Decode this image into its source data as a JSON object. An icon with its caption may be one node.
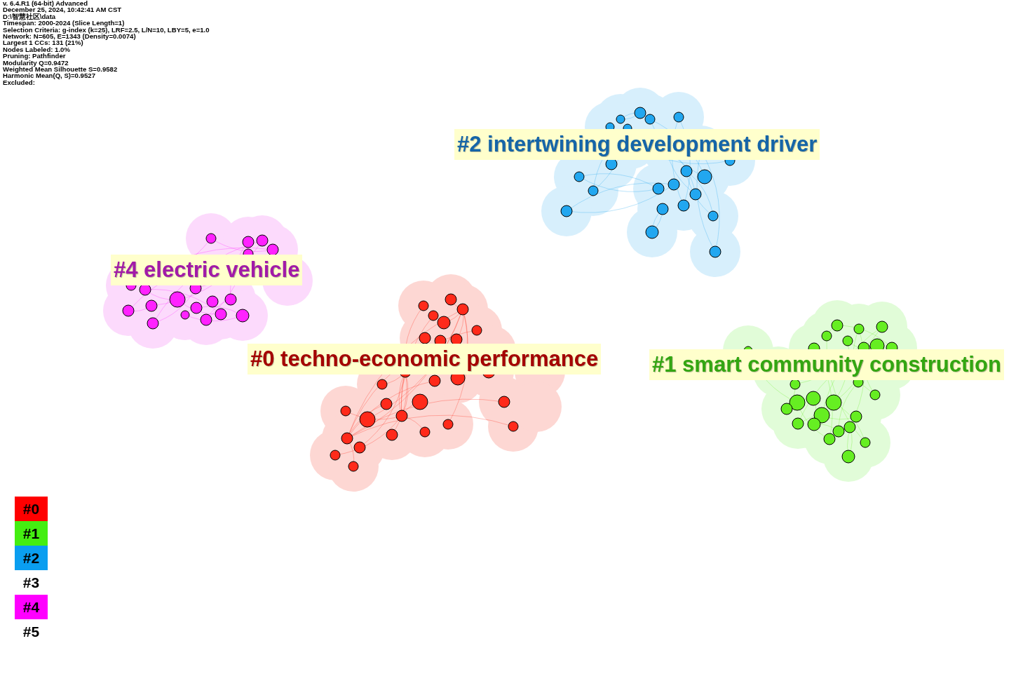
{
  "diagram": {
    "nodes": [
      {
        "text": [
          "#2 intertwining development driver"
        ]
      },
      {
        "text": [
          "#4 electric vehicle"
        ]
      },
      {
        "text": [
          "#0 techno-economic performance"
        ]
      },
      {
        "text": [
          "#1 smart community construction"
        ]
      }
    ],
    "labels": [
      "v. 6.4.R1 (64-bit) Advanced",
      "December 25, 2024, 10:42:41 AM CST",
      "D:\\智慧社区\\data",
      "Timespan: 2000-2024 (Slice Length=1)",
      "Selection Criteria: g-index (k=25), LRF=2.5, L/N=10, LBY=5, e=1.0",
      "Network: N=605, E=1343 (Density=0.0074)",
      "Largest 1 CCs: 131 (21%)",
      "Nodes Labeled: 1.0%",
      "Pruning: Pathfinder",
      "Modularity Q=0.9472",
      "Weighted Mean Silhouette S=0.9582",
      "Harmonic Mean(Q, S)=0.9527",
      "Excluded:"
    ],
    "legend": [
      {
        "text": "#0",
        "color": "#ff0000"
      },
      {
        "text": "#1",
        "color": "#44ee11"
      },
      {
        "text": "#2",
        "color": "#0a9ef0"
      },
      {
        "text": "#3",
        "color": "#ffffff"
      },
      {
        "text": "#4",
        "color": "#ff00ff"
      },
      {
        "text": "#5",
        "color": "#ffffff"
      }
    ]
  }
}
